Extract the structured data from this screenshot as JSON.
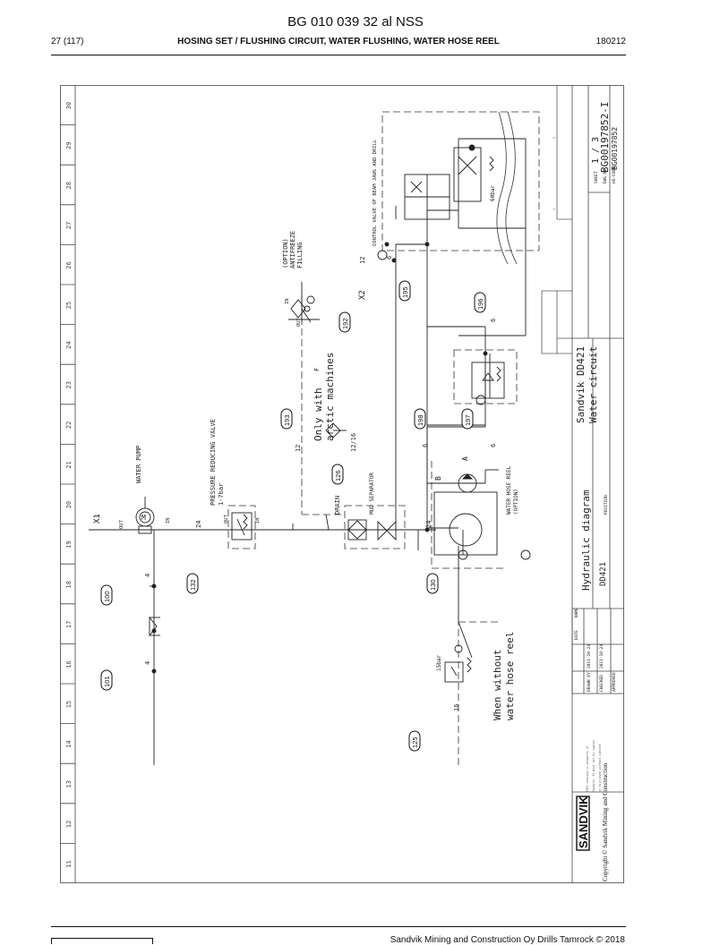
{
  "header": {
    "doc_id": "BG 010 039 32 al NSS",
    "page": "27 (117)",
    "title": "HOSING SET / FLUSHING CIRCUIT, WATER FLUSHING, WATER HOSE REEL",
    "date": "180212"
  },
  "footer": {
    "copyright": "Sandvik Mining and Construction Oy Drills Tamrock © 2018"
  },
  "sheet": {
    "grid_numbers": [
      "11",
      "12",
      "13",
      "14",
      "15",
      "16",
      "17",
      "18",
      "19",
      "20",
      "21",
      "22",
      "23",
      "24",
      "25",
      "26",
      "27",
      "28",
      "29",
      "30"
    ],
    "title_block": {
      "company": "SANDVIK",
      "copyright": "Copyright © Sandvik Mining and Construction",
      "drawing_type": "Hydraulic diagram",
      "machine": "Sandvik DD421",
      "circuit": "Water circuit",
      "model": "DD421",
      "sheet_label": "SHEET",
      "sheet_value": "1 / 3",
      "drawing_no_label": "DWG NO",
      "drawing_no": "BG00197852-I",
      "hs_code_label": "HS-CODE",
      "hs_code": "BG00197852",
      "rows": [
        {
          "label": "DRAWN BY",
          "date": "2011-10-24"
        },
        {
          "label": "CHECKED",
          "date": "2011-10-24"
        },
        {
          "label": "APPROVED",
          "date": ""
        }
      ],
      "date_label": "DATE",
      "name_label": "NAME",
      "position_label": "POSITION"
    },
    "labels": {
      "water_pump": "WATER PUMP",
      "prv": "PRESSURE REDUCING VALVE",
      "prv_setting": "1-7bar",
      "drain": "DRAIN",
      "separator": "MUD SEPARATOR",
      "reel": "WATER HOSE REEL",
      "reel_option": "(OPTION)",
      "arctic_1": "Only with",
      "arctic_2": "arctic machines",
      "arctic_flag": "F",
      "antifreeze_1": "(OPTION)",
      "antifreeze_2": "ANTIFREEZE",
      "antifreeze_3": "FILLING",
      "control_valve": "CONTROL VALVE OF BEAM JAWS AND DRILL",
      "without_reel_1": "When without",
      "without_reel_2": "water hose reel",
      "x1": "X1",
      "x2": "X2",
      "pressure_15": "15bar",
      "pressure_60": "60bar",
      "in": "IN",
      "out": "OUT",
      "a": "A",
      "b": "B",
      "sizes": {
        "s4a": "4",
        "s4b": "4",
        "s24a": "24",
        "s24b": "24",
        "s12": "12",
        "s12b": "12",
        "s1216": "12/16",
        "s16": "16",
        "s6a": "6",
        "s6b": "6",
        "s6c": "6",
        "s6d": "6"
      }
    },
    "callouts": [
      "100",
      "101",
      "132",
      "130",
      "126",
      "193",
      "198",
      "197",
      "192",
      "195",
      "196",
      "125"
    ]
  }
}
